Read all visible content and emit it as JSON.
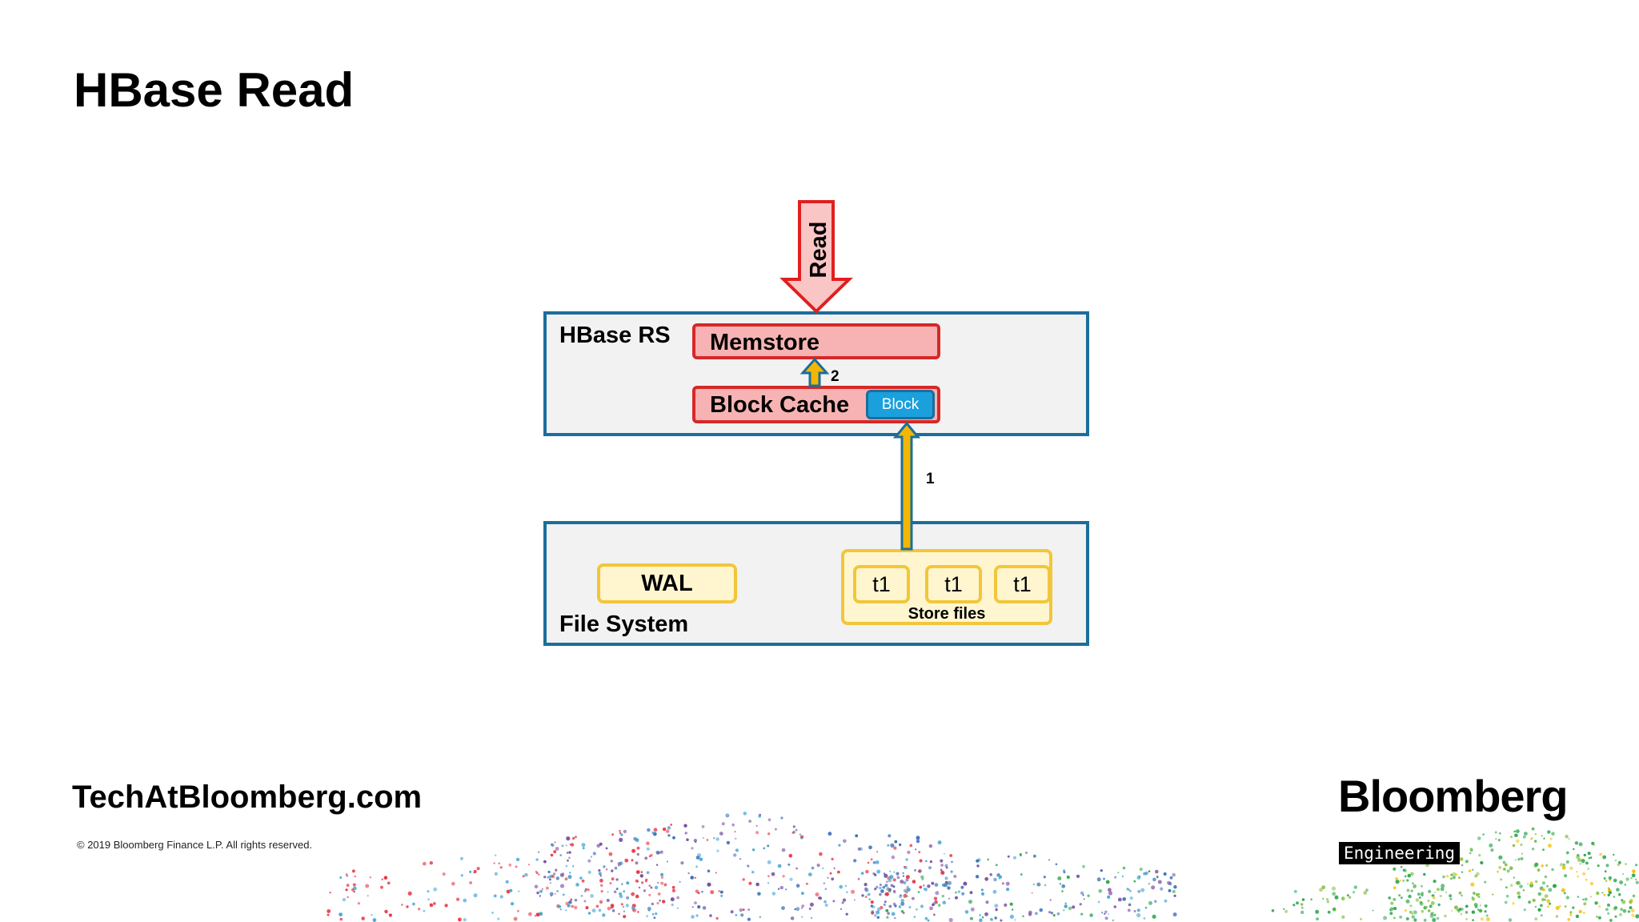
{
  "slide": {
    "title": "HBase Read"
  },
  "diagram": {
    "read_arrow_label": "Read",
    "region_server": {
      "label": "HBase RS",
      "memstore": "Memstore",
      "block_cache": "Block Cache",
      "block": "Block"
    },
    "file_system": {
      "label": "File System",
      "wal": "WAL",
      "store_files": [
        "t1",
        "t1",
        "t1"
      ],
      "store_files_caption": "Store files"
    },
    "steps": {
      "step1": "1",
      "step2": "2"
    },
    "colors": {
      "container_border": "#1b6e9b",
      "red_fill": "#f7b3b3",
      "red_border": "#d62828",
      "yellow_fill": "#fff6d0",
      "yellow_border": "#f2c63a",
      "block_fill": "#1aa0dc"
    }
  },
  "footer": {
    "site": "TechAtBloomberg.com",
    "copyright": "© 2019 Bloomberg Finance L.P. All rights reserved.",
    "brand": "Bloomberg",
    "brand_sub": "Engineering"
  }
}
